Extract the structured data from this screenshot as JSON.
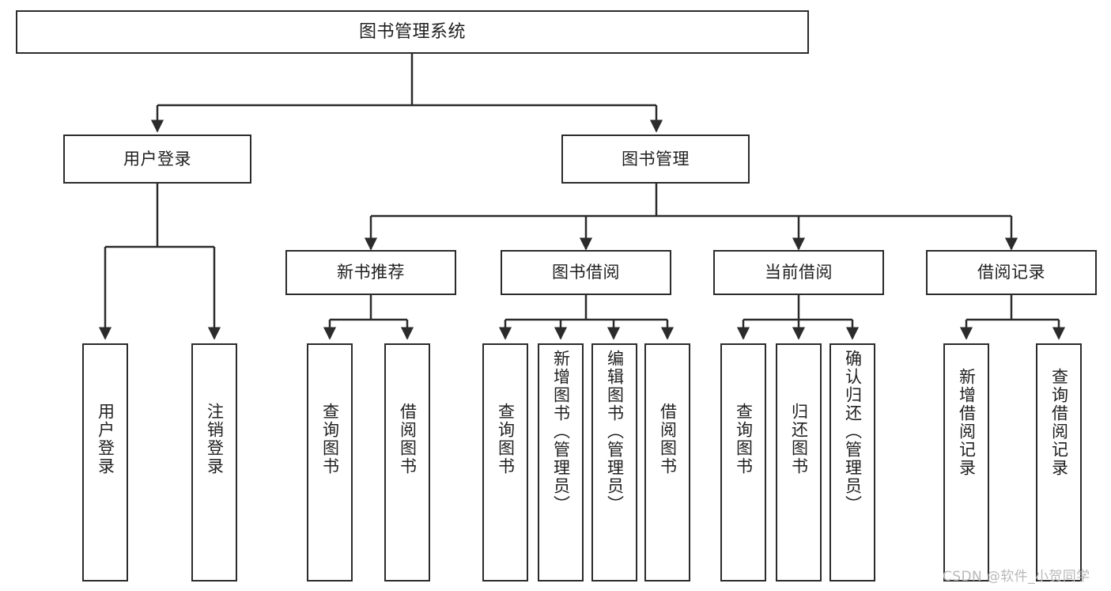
{
  "diagram": {
    "title": "图书管理系统",
    "root": {
      "label": "图书管理系统"
    },
    "level2": [
      {
        "label": "用户登录"
      },
      {
        "label": "图书管理"
      }
    ],
    "level3": [
      {
        "label": "新书推荐"
      },
      {
        "label": "图书借阅"
      },
      {
        "label": "当前借阅"
      },
      {
        "label": "借阅记录"
      }
    ],
    "leaves": {
      "user_login": [
        {
          "label": "用户登录"
        },
        {
          "label": "注销登录"
        }
      ],
      "new_book_recommend": [
        {
          "label": "查询图书"
        },
        {
          "label": "借阅图书"
        }
      ],
      "book_borrow": [
        {
          "label": "查询图书"
        },
        {
          "label": "新增图书（管理员）"
        },
        {
          "label": "编辑图书（管理员）"
        },
        {
          "label": "借阅图书"
        }
      ],
      "current_borrow": [
        {
          "label": "查询图书"
        },
        {
          "label": "归还图书"
        },
        {
          "label": "确认归还（管理员）"
        }
      ],
      "borrow_record": [
        {
          "label": "新增借阅记录"
        },
        {
          "label": "查询借阅记录"
        }
      ]
    }
  },
  "watermark": {
    "text": "CSDN @软件_小贺同学"
  },
  "colors": {
    "stroke": "#2b2b2b",
    "background": "#ffffff",
    "text": "#1f1f1f",
    "watermark": "#b9b9b9"
  }
}
